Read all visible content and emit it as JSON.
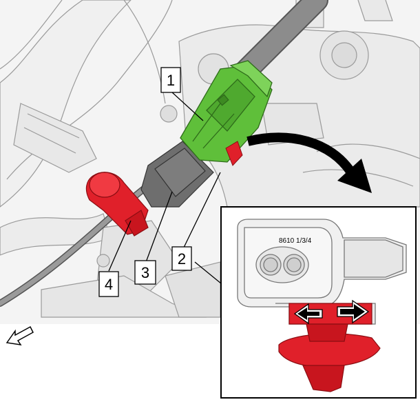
{
  "callouts": [
    {
      "id": "1",
      "label": "1"
    },
    {
      "id": "2",
      "label": "2"
    },
    {
      "id": "3",
      "label": "3"
    },
    {
      "id": "4",
      "label": "4"
    }
  ],
  "inset": {
    "connector_face_text": "8610 1/3/4"
  },
  "colors": {
    "connector_green": "#5fbf3a",
    "clip_red": "#e0202a",
    "engine_line": "#9a9a9a",
    "engine_fill": "#eeeeee",
    "cable_gray": "#8c8c8c",
    "connector_gray": "#6e6e6e",
    "inset_border": "#000000"
  },
  "icons": [
    "rotation-arrow-icon",
    "release-arrow-left-icon",
    "release-arrow-right-icon",
    "front-direction-arrow-icon"
  ]
}
